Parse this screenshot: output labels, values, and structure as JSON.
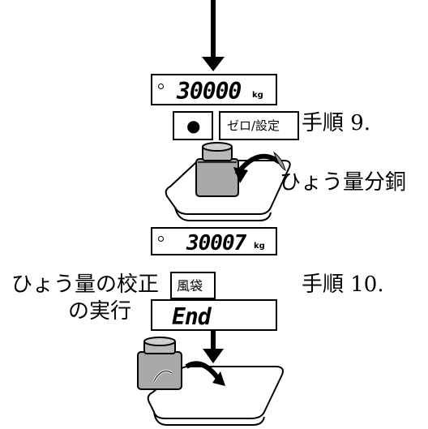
{
  "display1": {
    "value": "30000",
    "unit": "kg"
  },
  "buttons": {
    "dot_symbol": "●",
    "zero_set_label": "ゼロ/設定"
  },
  "step9": {
    "label": "手順 9."
  },
  "weight_label": "ひょう量分銅",
  "display2": {
    "value": "30007",
    "unit": "kg"
  },
  "calibration": {
    "line1": "ひょう量の校正",
    "line2": "の実行",
    "key_label": "風袋"
  },
  "step10": {
    "label": "手順 10."
  },
  "display3": {
    "value": "End"
  }
}
